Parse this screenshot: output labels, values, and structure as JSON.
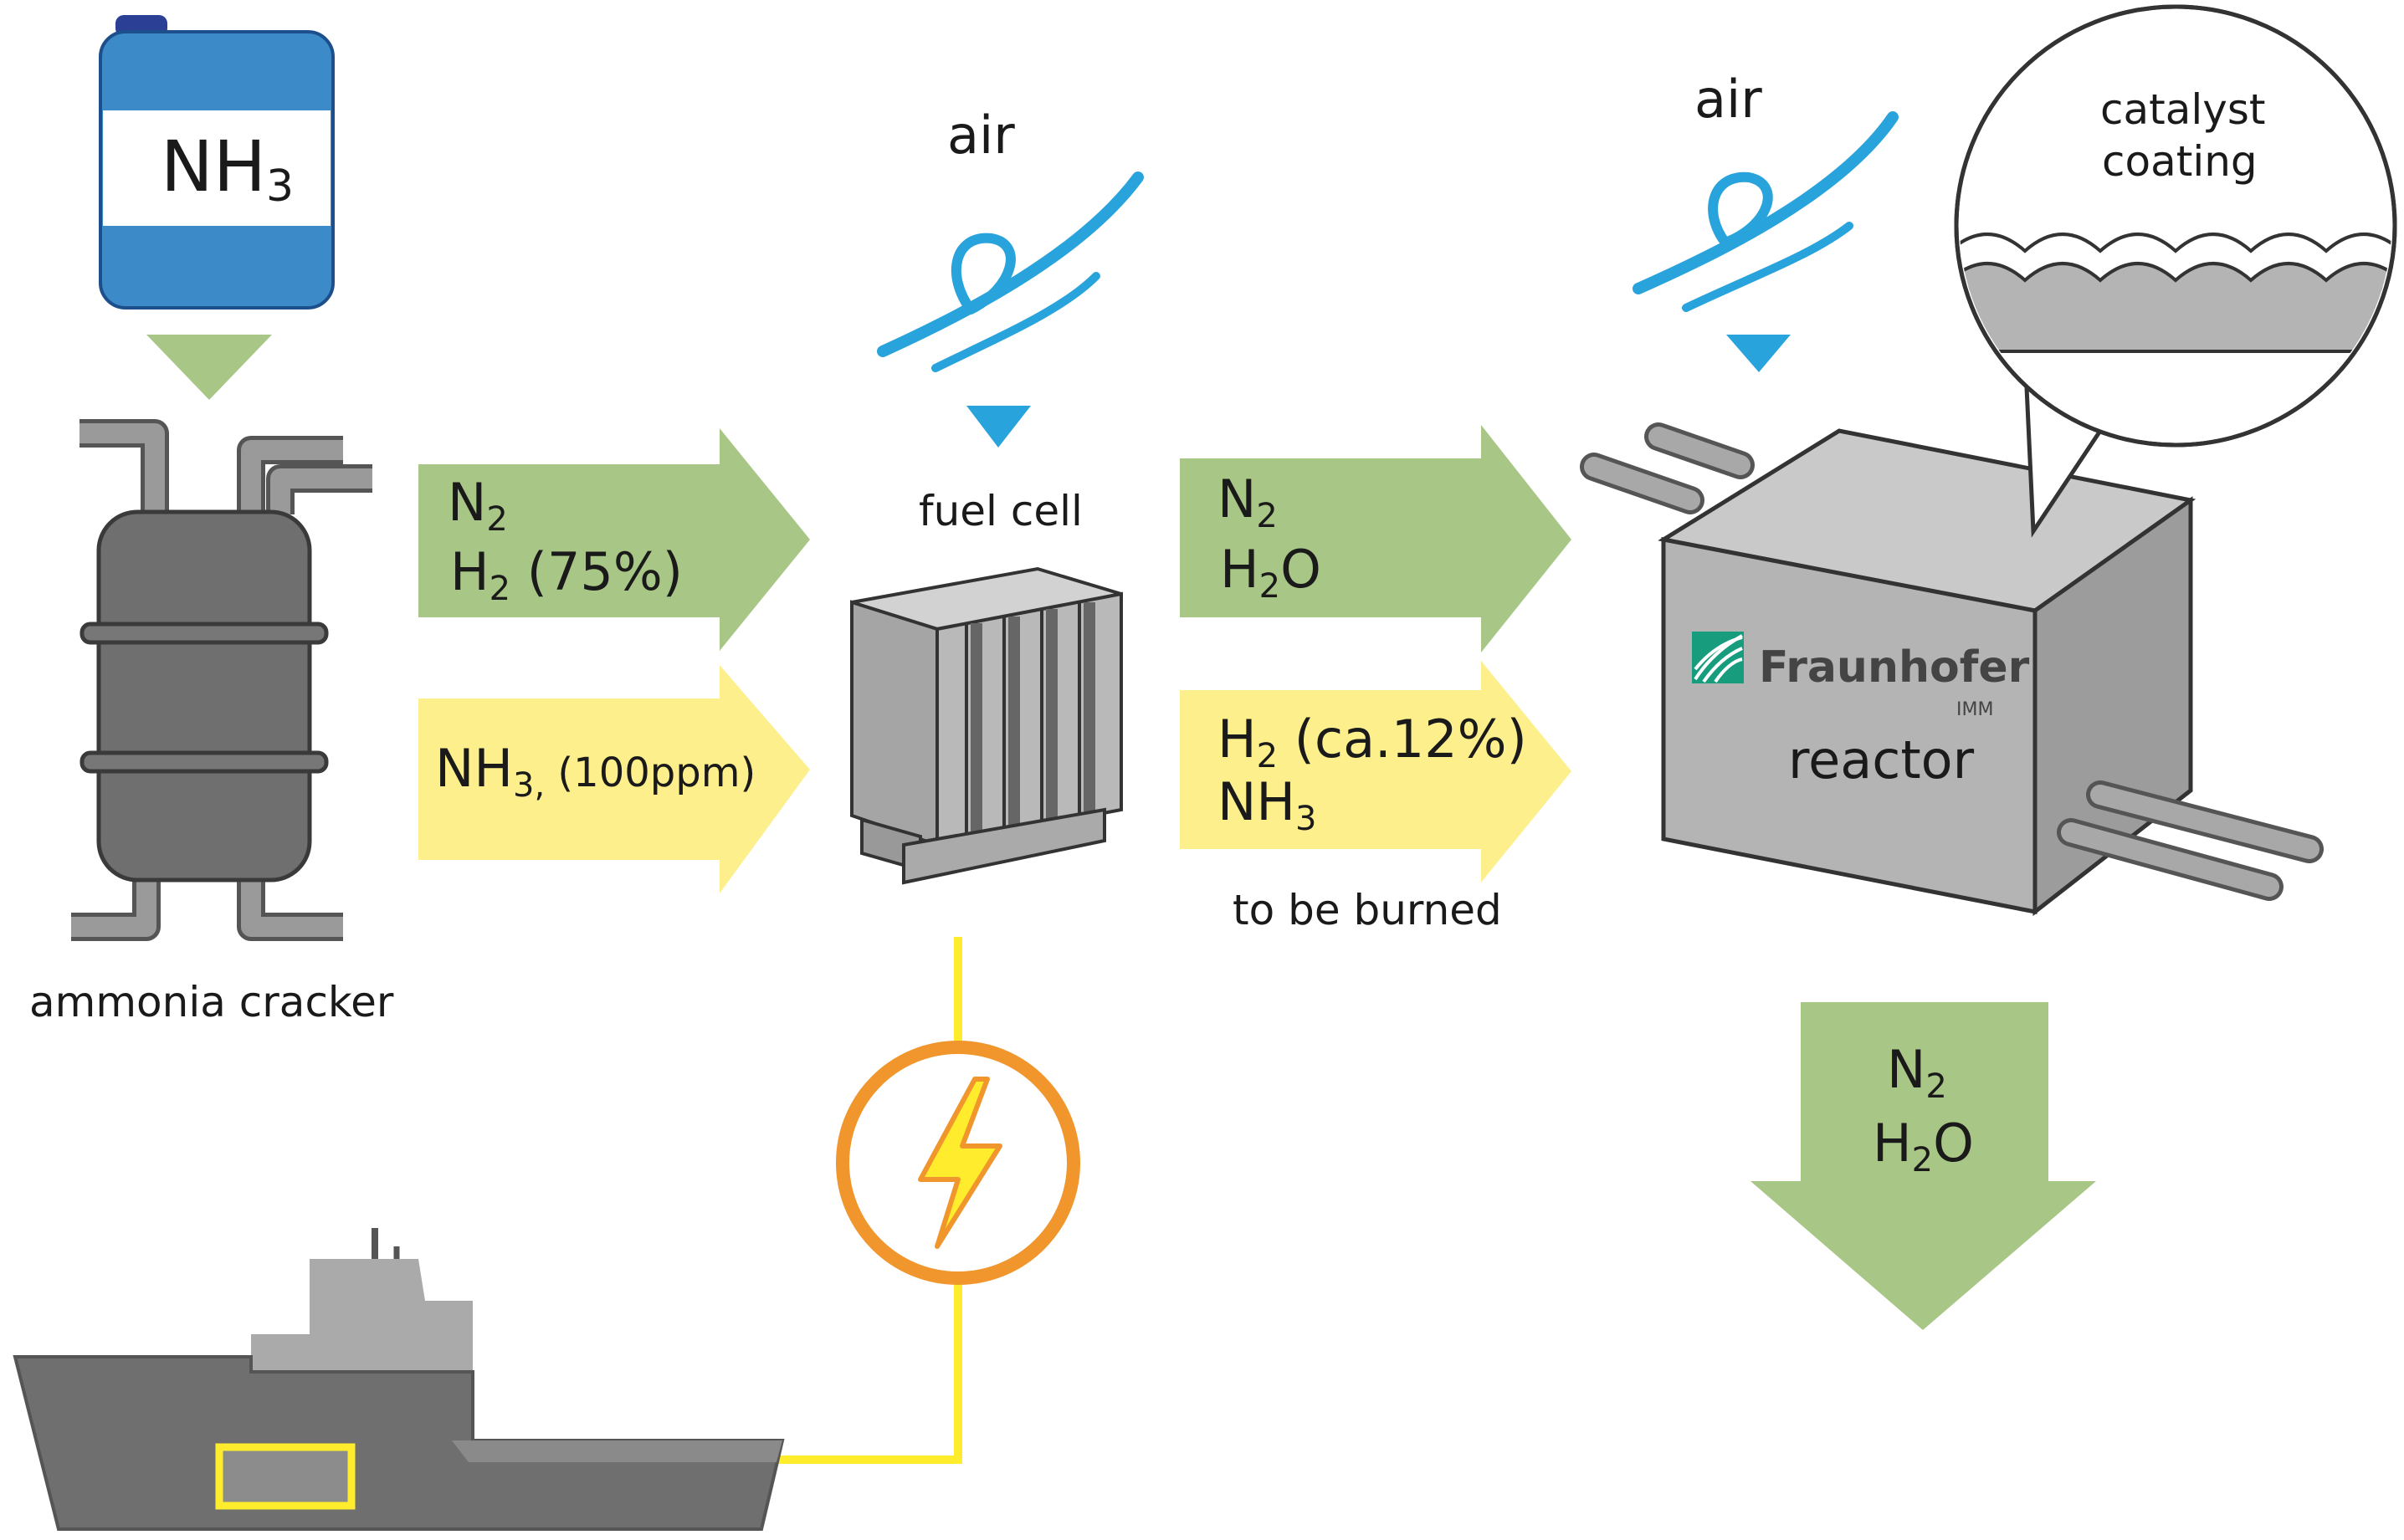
{
  "colors": {
    "green_arrow": "#a8c685",
    "yellow_arrow": "#fdef8c",
    "air_blue": "#29a3dc",
    "tank_blue": "#3c8bc8",
    "machine_gray": "#6f6f6f",
    "reactor_gray": "#b4b4b4",
    "power_orange": "#f0962c",
    "power_yellow": "#ffec2c",
    "brand_green": "#179c7d"
  },
  "icons": [
    "ammonia-tank-icon",
    "air-flow-icon",
    "fuel-cell-stack-icon",
    "reactor-block-icon",
    "lightning-bolt-icon",
    "ship-icon",
    "catalyst-magnifier-icon"
  ],
  "tank": {
    "label": "NH",
    "label_sub": "3"
  },
  "cracker": {
    "label": "ammonia cracker"
  },
  "arrow_cracker_green": {
    "line1": "N",
    "line1_sub": "2",
    "line2": "H",
    "line2_sub": "2",
    "line2_rest": "  (75%)"
  },
  "arrow_cracker_yellow": {
    "text": "NH",
    "text_sub": "3,",
    "rest": " (100ppm)"
  },
  "fuel_cell": {
    "air_label": "air",
    "label": "fuel cell"
  },
  "arrow_fc_green": {
    "line1": "N",
    "line1_sub": "2",
    "line2": "H",
    "line2_sub": "2",
    "line2_rest": "O"
  },
  "arrow_fc_yellow": {
    "line1": "H",
    "line1_sub": "2",
    "line1_rest": " (ca.12%)",
    "line2": "NH",
    "line2_sub": "3",
    "note": "to be burned"
  },
  "reactor": {
    "air_label": "air",
    "brand": "Fraunhofer",
    "brand_sub": "IMM",
    "label": "reactor"
  },
  "magnifier": {
    "line1": "catalyst",
    "line2": "coating"
  },
  "arrow_reactor_out": {
    "line1": "N",
    "line1_sub": "2",
    "line2": "H",
    "line2_sub": "2",
    "line2_rest": "O"
  }
}
